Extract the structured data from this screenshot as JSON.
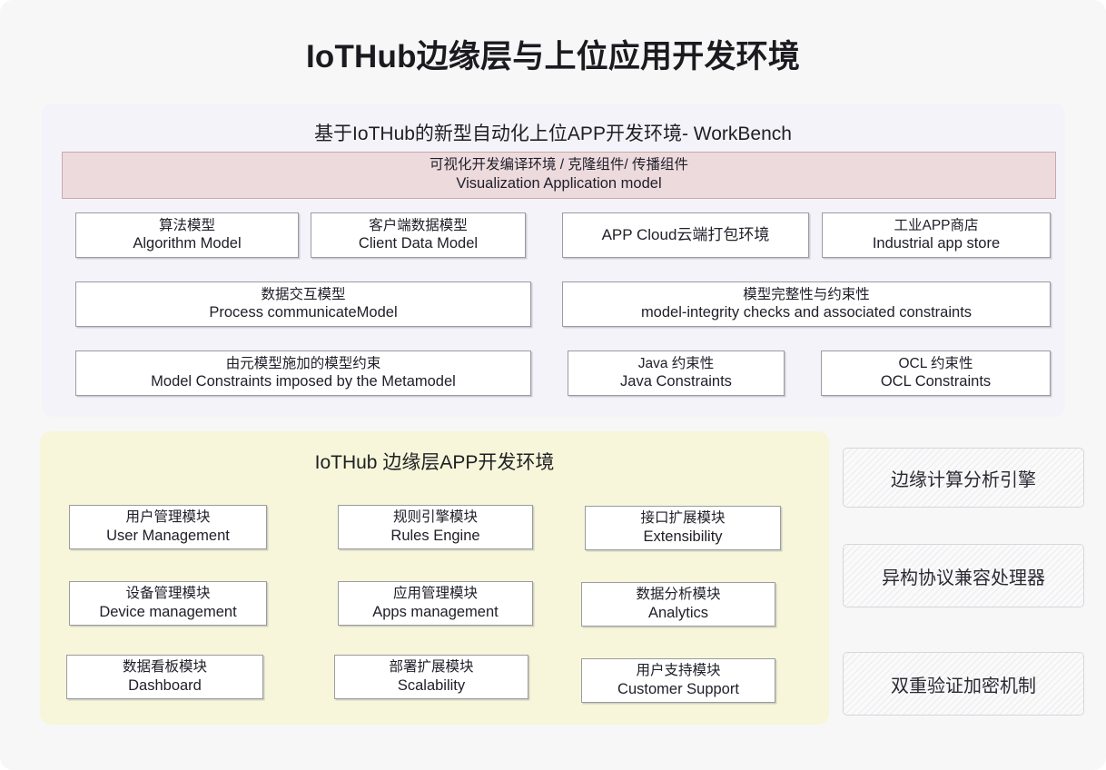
{
  "page": {
    "title": "IoTHub边缘层与上位应用开发环境",
    "background_color": "#f7f7f8"
  },
  "workbench": {
    "heading": "基于IoTHub的新型自动化上位APP开发环境- WorkBench",
    "panel_color": "#f4f3f9",
    "banner": {
      "zh": "可视化开发编译环境 / 克隆组件/ 传播组件",
      "en": "Visualization Application model",
      "color": "#eddadd"
    },
    "boxes": [
      {
        "zh": "算法模型",
        "en": "Algorithm Model"
      },
      {
        "zh": "客户端数据模型",
        "en": "Client Data Model"
      },
      {
        "zh": "",
        "en": "APP Cloud云端打包环境"
      },
      {
        "zh": "工业APP商店",
        "en": "Industrial app store"
      },
      {
        "zh": "数据交互模型",
        "en": "Process communicateModel"
      },
      {
        "zh": "模型完整性与约束性",
        "en": "model-integrity checks and associated constraints"
      },
      {
        "zh": "由元模型施加的模型约束",
        "en": "Model Constraints imposed by the Metamodel"
      },
      {
        "zh": "Java 约束性",
        "en": "Java Constraints"
      },
      {
        "zh": "OCL 约束性",
        "en": "OCL Constraints"
      }
    ]
  },
  "edge": {
    "heading": "IoTHub 边缘层APP开发环境",
    "panel_color": "#f7f6da",
    "boxes": [
      {
        "zh": "用户管理模块",
        "en": "User Management"
      },
      {
        "zh": "规则引擎模块",
        "en": "Rules Engine"
      },
      {
        "zh": "接口扩展模块",
        "en": "Extensibility"
      },
      {
        "zh": "设备管理模块",
        "en": "Device management"
      },
      {
        "zh": "应用管理模块",
        "en": "Apps management"
      },
      {
        "zh": "数据分析模块",
        "en": "Analytics"
      },
      {
        "zh": "数据看板模块",
        "en": "Dashboard"
      },
      {
        "zh": "部署扩展模块",
        "en": "Scalability"
      },
      {
        "zh": "用户支持模块",
        "en": "Customer Support"
      }
    ]
  },
  "services": {
    "items": [
      {
        "label": "边缘计算分析引擎"
      },
      {
        "label": "异构协议兼容处理器"
      },
      {
        "label": "双重验证加密机制"
      }
    ]
  }
}
